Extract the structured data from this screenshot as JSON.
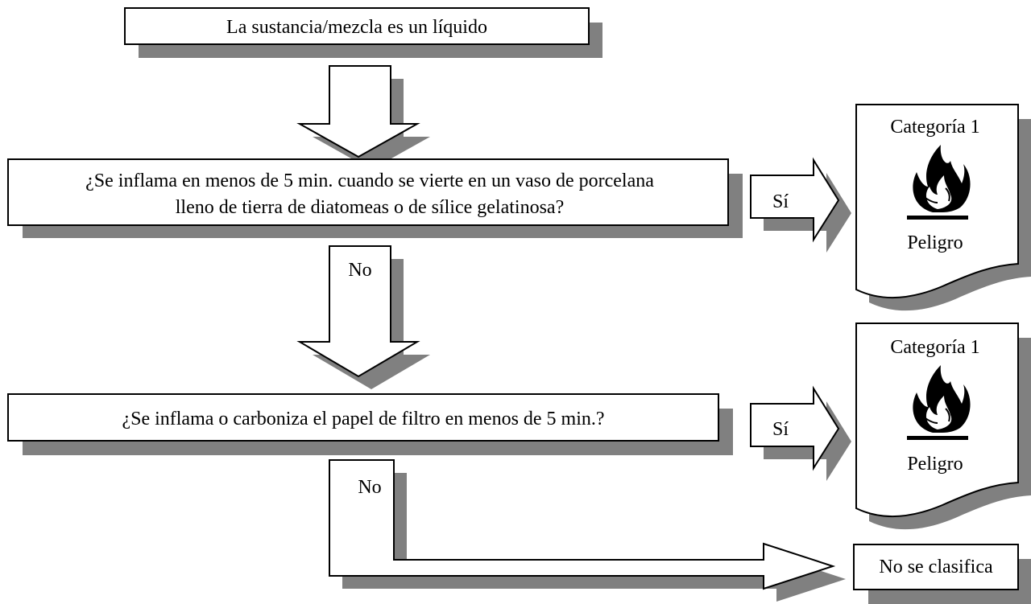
{
  "flowchart": {
    "start": {
      "text": "La sustancia/mezcla es un líquido"
    },
    "question1": {
      "line1": "¿Se inflama en menos de 5 min. cuando se vierte en un vaso de porcelana",
      "line2": "lleno de tierra de diatomeas o de sílice gelatinosa?"
    },
    "question2": {
      "text": "¿Se inflama o carboniza el papel de filtro en menos de 5 min.?"
    },
    "yes_label": "Sí",
    "no_label": "No",
    "result1": {
      "category": "Categoría 1",
      "signal_word": "Peligro",
      "pictogram": "flame-icon"
    },
    "result2": {
      "category": "Categoría 1",
      "signal_word": "Peligro",
      "pictogram": "flame-icon"
    },
    "result3": {
      "text": "No se clasifica"
    }
  },
  "colors": {
    "shadow": "#808080",
    "stroke": "#000000",
    "fill": "#ffffff"
  }
}
